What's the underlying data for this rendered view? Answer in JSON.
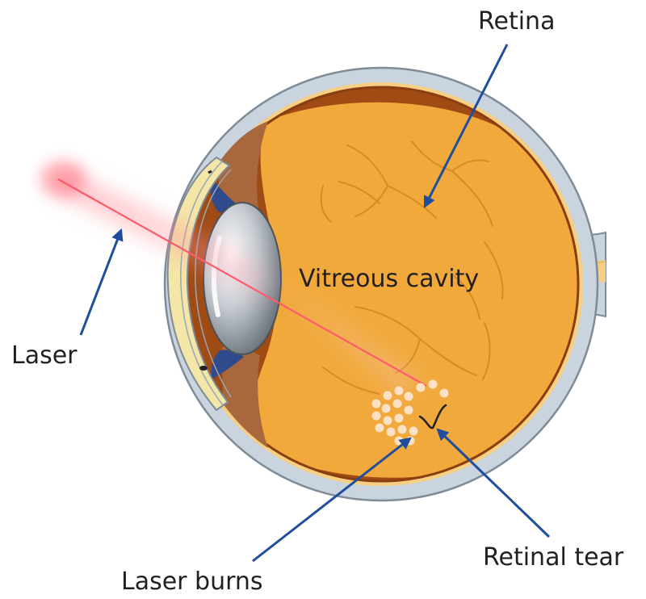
{
  "labels": {
    "retina": "Retina",
    "vitreous": "Vitreous cavity",
    "laser": "Laser",
    "burns": "Laser burns",
    "tear": "Retinal tear"
  },
  "colors": {
    "arrow": "#1f4e9c",
    "fundus": "#f0a93a",
    "vessel": "#d98a22",
    "sclera": "#c9d4df",
    "choroid": "#a04a14",
    "laser": "#ff5a6a",
    "burn": "#fde1c6"
  }
}
